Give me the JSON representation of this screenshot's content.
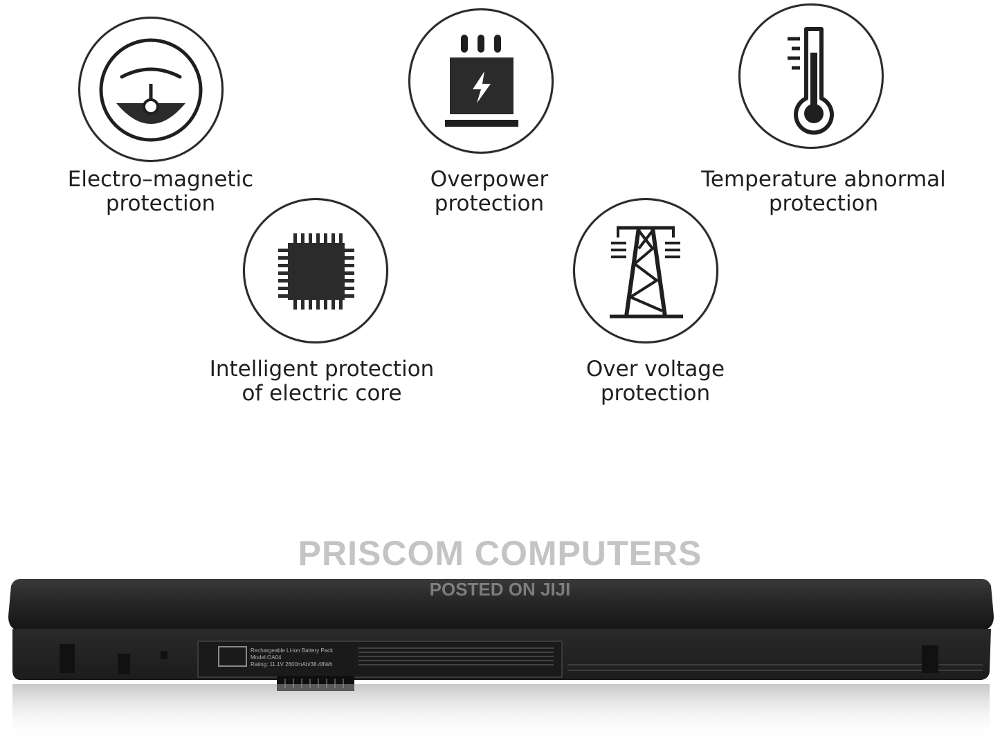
{
  "features": [
    {
      "id": "electromagnetic",
      "icon": "electromagnetic-gauge-icon",
      "line1": "Electro–magnetic",
      "line2": "protection"
    },
    {
      "id": "overpower",
      "icon": "power-transformer-icon",
      "line1": "Overpower",
      "line2": "protection"
    },
    {
      "id": "temperature",
      "icon": "thermometer-icon",
      "line1": "Temperature abnormal",
      "line2": "protection"
    },
    {
      "id": "intelligent",
      "icon": "microchip-icon",
      "line1": "Intelligent protection",
      "line2": "of electric core"
    },
    {
      "id": "voltage",
      "icon": "power-tower-icon",
      "line1": "Over voltage",
      "line2": "protection"
    }
  ],
  "watermark": {
    "main": "PRISCOM COMPUTERS",
    "sub": "POSTED ON JIJI"
  },
  "battery": {
    "icon": "laptop-battery-image",
    "label_title": "Rechargeable Li-ion Battery Pack",
    "label_model": "Model:OA04",
    "label_rating": "Rating: 11.1V 2600mAh/38.48Wh"
  }
}
